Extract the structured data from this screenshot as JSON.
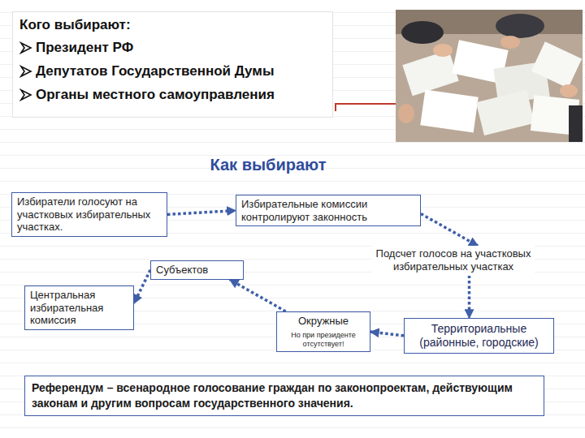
{
  "diagram": {
    "title": "Как выбирают",
    "nodes": [
      {
        "text": [
          "Кого выбирают:",
          "Президент РФ",
          "Депутатов Государственной Думы",
          "Органы местного самоуправления"
        ]
      },
      {
        "text": [
          "Избиратели голосуют на участковых избирательных участках."
        ]
      },
      {
        "text": [
          "Избирательные комиссии контролируют законность"
        ]
      },
      {
        "text": [
          "Подсчет голосов на участковых избирательных участках"
        ]
      },
      {
        "text": [
          "Субъектов"
        ]
      },
      {
        "text": [
          "Центральная избирательная комиссия"
        ]
      },
      {
        "text": [
          "Окружные",
          "Но при президенте отсутствует!"
        ]
      },
      {
        "text": [
          "Территориальные (районные, городские)"
        ]
      },
      {
        "text": [
          "Референдум",
          "– всенародное голосование граждан по законопроектам, действующим законам и другим вопросам государственного значения."
        ]
      }
    ],
    "edges": [
      {
        "from": 1,
        "to": 2,
        "arrow": "to"
      },
      {
        "from": 2,
        "to": 3,
        "arrow": "to"
      },
      {
        "from": 3,
        "to": 7,
        "arrow": "to"
      },
      {
        "from": 7,
        "to": 6,
        "arrow": "to"
      },
      {
        "from": 6,
        "to": 4,
        "arrow": "to"
      },
      {
        "from": 4,
        "to": 5,
        "arrow": "to"
      }
    ]
  }
}
